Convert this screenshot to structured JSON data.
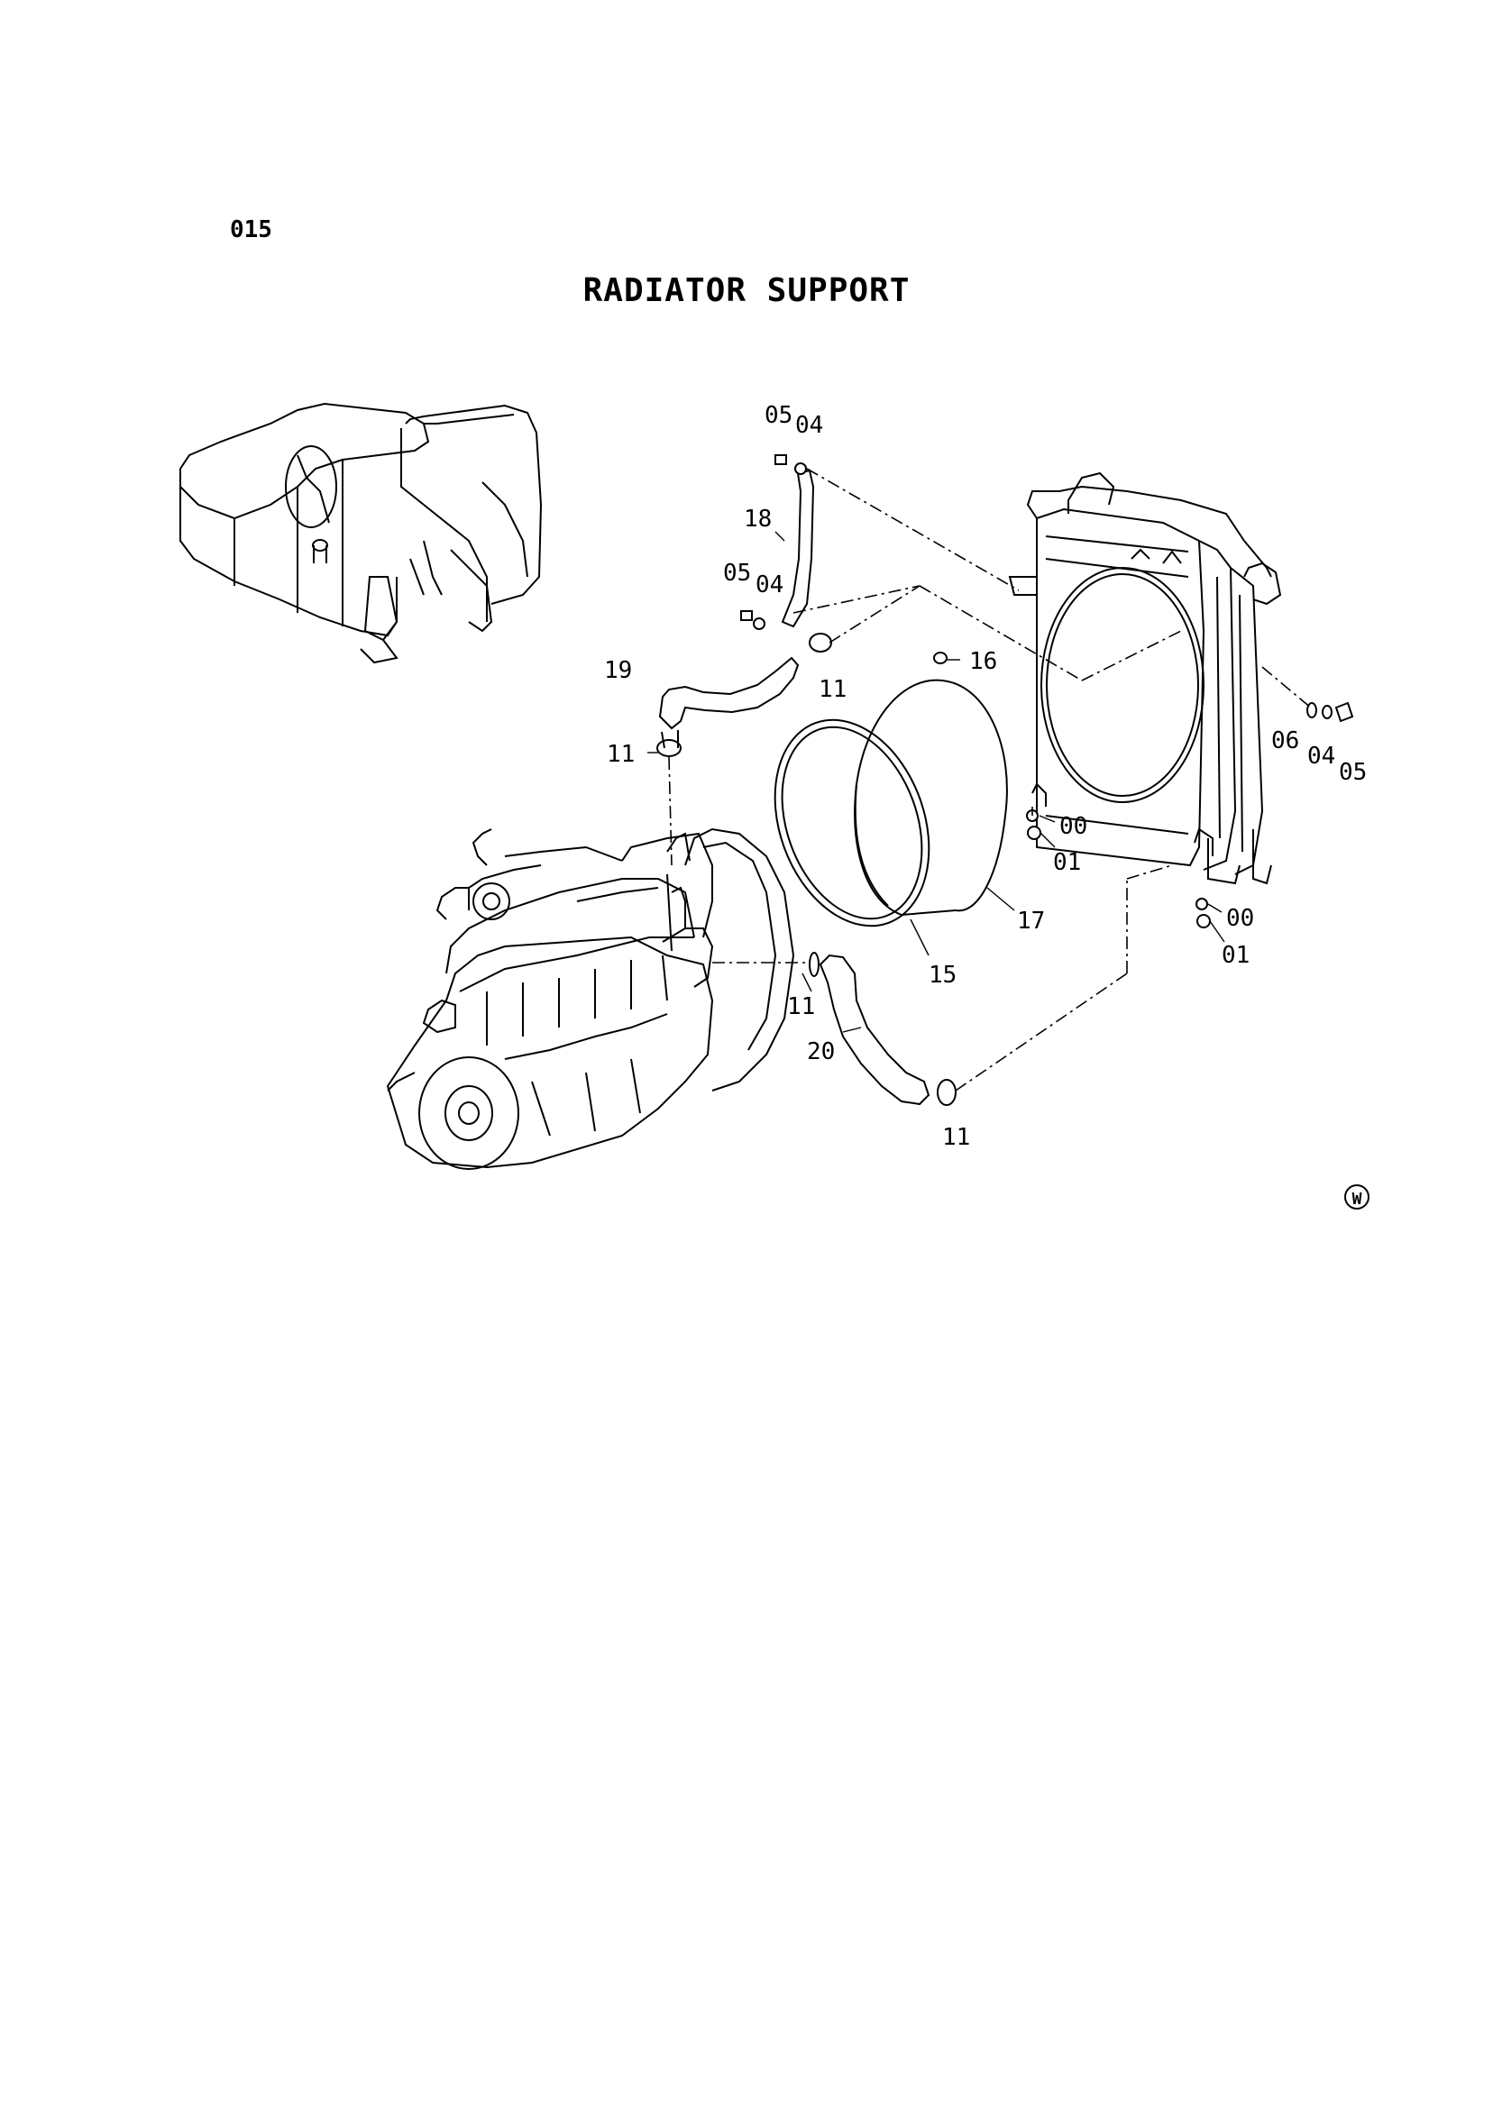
{
  "page_number": "015",
  "title": "RADIATOR SUPPORT",
  "corner_mark": "W",
  "callouts": [
    {
      "id": "c-05-top",
      "label": "05"
    },
    {
      "id": "c-04-top",
      "label": "04"
    },
    {
      "id": "c-18",
      "label": "18"
    },
    {
      "id": "c-05-mid",
      "label": "05"
    },
    {
      "id": "c-04-mid",
      "label": "04"
    },
    {
      "id": "c-19",
      "label": "19"
    },
    {
      "id": "c-11-a",
      "label": "11"
    },
    {
      "id": "c-16",
      "label": "16"
    },
    {
      "id": "c-11-b",
      "label": "11"
    },
    {
      "id": "c-06",
      "label": "06"
    },
    {
      "id": "c-04-right",
      "label": "04"
    },
    {
      "id": "c-05-right",
      "label": "05"
    },
    {
      "id": "c-00-a",
      "label": "00"
    },
    {
      "id": "c-01-a",
      "label": "01"
    },
    {
      "id": "c-17",
      "label": "17"
    },
    {
      "id": "c-00-b",
      "label": "00"
    },
    {
      "id": "c-01-b",
      "label": "01"
    },
    {
      "id": "c-15",
      "label": "15"
    },
    {
      "id": "c-11-c",
      "label": "11"
    },
    {
      "id": "c-20",
      "label": "20"
    },
    {
      "id": "c-11-d",
      "label": "11"
    }
  ]
}
